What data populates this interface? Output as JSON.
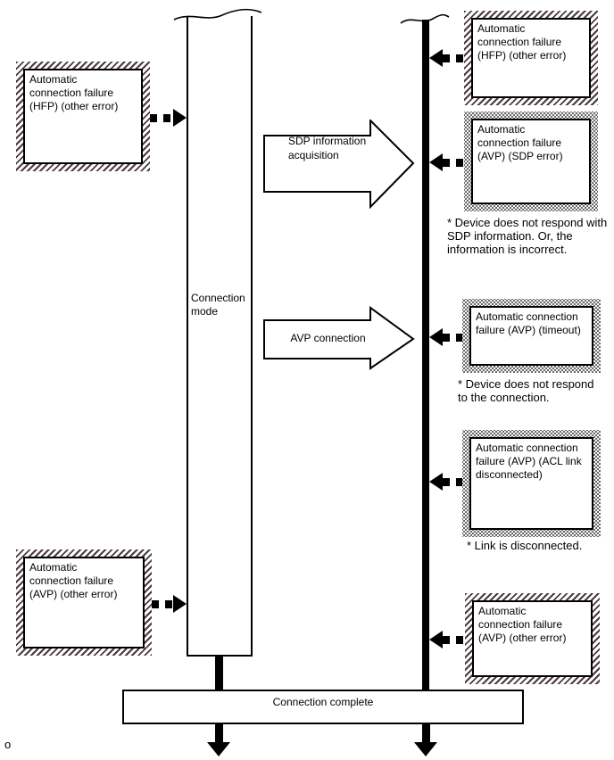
{
  "diagram": {
    "corner_label": "o",
    "connection_mode": "Connection\nmode",
    "connection_complete": "Connection complete",
    "block_arrows": [
      {
        "label": "SDP information\nacquisition"
      },
      {
        "label": "AVP connection"
      }
    ],
    "left_failure_boxes": [
      {
        "text": "Automatic\nconnection failure\n(HFP) (other error)",
        "border": "hatched"
      },
      {
        "text": "Automatic\nconnection failure\n(AVP) (other error)",
        "border": "hatched"
      }
    ],
    "right_failure_boxes": [
      {
        "text": "Automatic\nconnection failure\n(HFP) (other error)",
        "border": "hatched"
      },
      {
        "text": "Automatic\nconnection failure\n(AVP) (SDP error)",
        "border": "stippled"
      },
      {
        "text": "Automatic connection\nfailure (AVP) (timeout)",
        "border": "stippled"
      },
      {
        "text": "Automatic connection\nfailure (AVP) (ACL link\ndisconnected)",
        "border": "stippled"
      },
      {
        "text": "Automatic\nconnection failure\n(AVP) (other error)",
        "border": "hatched"
      }
    ],
    "notes": [
      {
        "text": "* Device does not respond with\nSDP information. Or, the\ninformation is incorrect."
      },
      {
        "text": "* Device does not respond\nto the connection."
      },
      {
        "text": "* Link is disconnected."
      }
    ],
    "colors": {
      "line": "#000000",
      "hatch": "#4a3b3b",
      "stipple": "#6b6b6b",
      "background": "#ffffff"
    }
  }
}
